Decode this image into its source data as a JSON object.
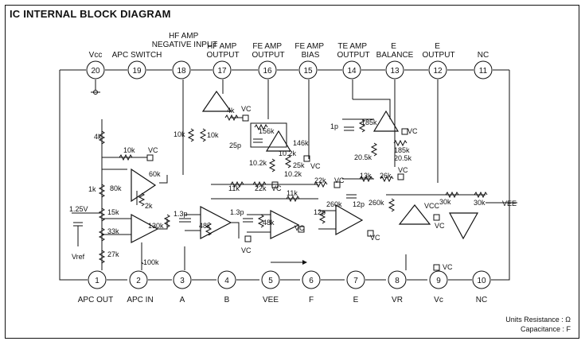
{
  "title": "IC INTERNAL BLOCK DIAGRAM",
  "pins_top": [
    {
      "num": "20",
      "label": "Vcc"
    },
    {
      "num": "19",
      "label": "APC SWITCH"
    },
    {
      "num": "18",
      "label": "HF AMP NEGATIVE INPUT"
    },
    {
      "num": "17",
      "label": "HF AMP OUTPUT"
    },
    {
      "num": "16",
      "label": "FE AMP OUTPUT"
    },
    {
      "num": "15",
      "label": "FE AMP BIAS"
    },
    {
      "num": "14",
      "label": "TE AMP OUTPUT"
    },
    {
      "num": "13",
      "label": "E BALANCE"
    },
    {
      "num": "12",
      "label": "E OUTPUT"
    },
    {
      "num": "11",
      "label": "NC"
    }
  ],
  "pins_bottom": [
    {
      "num": "1",
      "label": "APC OUT"
    },
    {
      "num": "2",
      "label": "APC IN"
    },
    {
      "num": "3",
      "label": "A"
    },
    {
      "num": "4",
      "label": "B"
    },
    {
      "num": "5",
      "label": "VEE"
    },
    {
      "num": "6",
      "label": "F"
    },
    {
      "num": "7",
      "label": "E"
    },
    {
      "num": "8",
      "label": "VR"
    },
    {
      "num": "9",
      "label": "Vc"
    },
    {
      "num": "10",
      "label": "NC"
    }
  ],
  "components": {
    "r4k_a": "4k",
    "r4k_b": "4k",
    "r10k_a": "10k",
    "r10k_b": "10k",
    "r10k_c": "10k",
    "vc": "VC",
    "r60k": "60k",
    "r1k": "1k",
    "r80k": "80k",
    "r2k": "2k",
    "r15k": "15k",
    "r130k": "130k",
    "r33k": "33k",
    "r27k": "27k",
    "r100k": "100k",
    "v125": "1.25V",
    "vref": "Vref",
    "c25p": "25p",
    "r156k": "156k",
    "r146k": "146k",
    "r10_2k_a": "10.2k",
    "r10_2k_b": "10.2k",
    "r10_2k_c": "10.2k",
    "r25k": "25k",
    "r11k_a": "11k",
    "r22k_a": "22k",
    "r11k_b": "11k",
    "r22k_b": "22k",
    "c1_3p_a": "1.3p",
    "r48k_a": "48k",
    "c1_3p_b": "1.3p",
    "r48k_b": "48k",
    "c12p_a": "12p",
    "r260k_a": "260k",
    "c12p_b": "12p",
    "r260k_b": "260k",
    "c1p": "1p",
    "r185k_a": "185k",
    "r185k_b": "185k",
    "r20_5k_a": "20.5k",
    "r20_5k_b": "20.5k",
    "r13k": "13k",
    "r26k": "26k",
    "vcc": "VCC",
    "r30k_a": "30k",
    "r30k_b": "30k",
    "vee": "VEE"
  },
  "units": {
    "line1": "Units Resistance : Ω",
    "line2": "Capacitance : F"
  }
}
